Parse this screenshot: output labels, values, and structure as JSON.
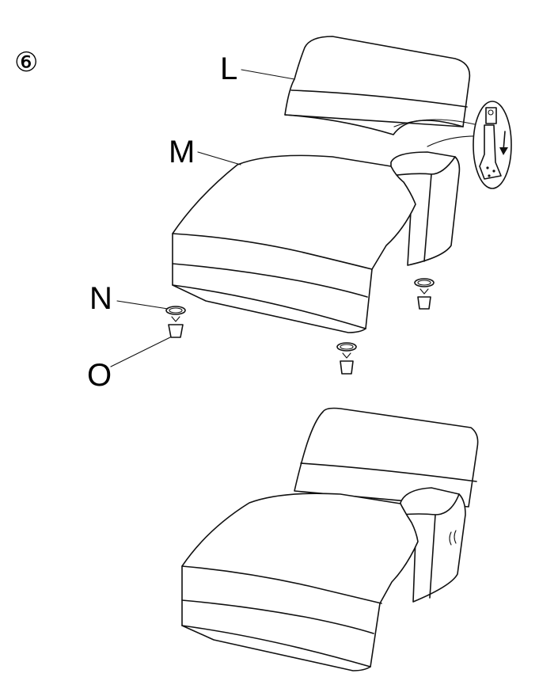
{
  "step": {
    "number": "⑥"
  },
  "labels": {
    "L": "L",
    "M": "M",
    "N": "N",
    "O": "O"
  },
  "colors": {
    "line": "#111111",
    "background": "#ffffff"
  },
  "icons": [
    "arrow-down-icon",
    "bracket-detail-icon"
  ]
}
